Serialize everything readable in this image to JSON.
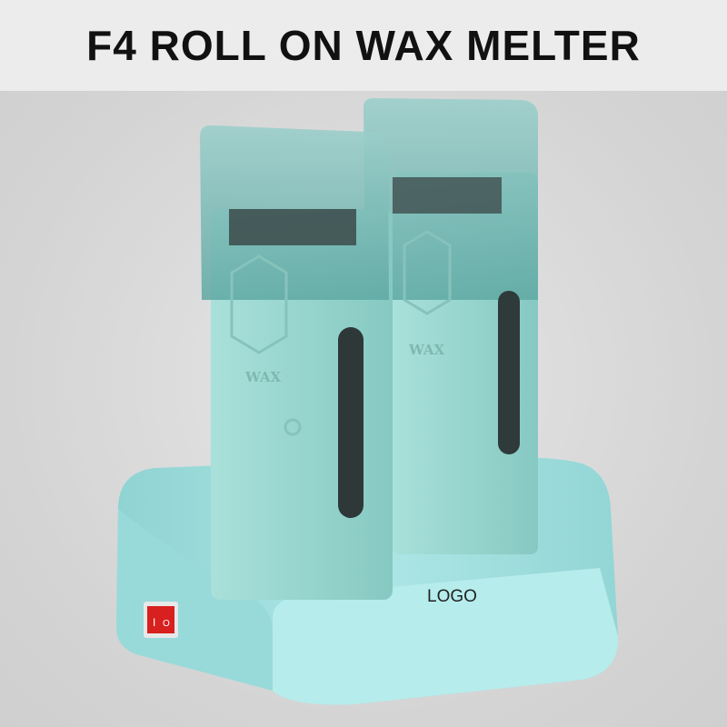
{
  "header": {
    "title": "F4 ROLL ON WAX MELTER"
  },
  "product": {
    "heater_labels": [
      "WAX",
      "WAX"
    ],
    "base_logo": "LOGO",
    "switch_marks": {
      "on": "I",
      "off": "O"
    },
    "colors": {
      "body": "#9fdcd6",
      "base": "#a5e3e2",
      "lid": "#6fb8b4",
      "switch": "#d8201e"
    }
  }
}
